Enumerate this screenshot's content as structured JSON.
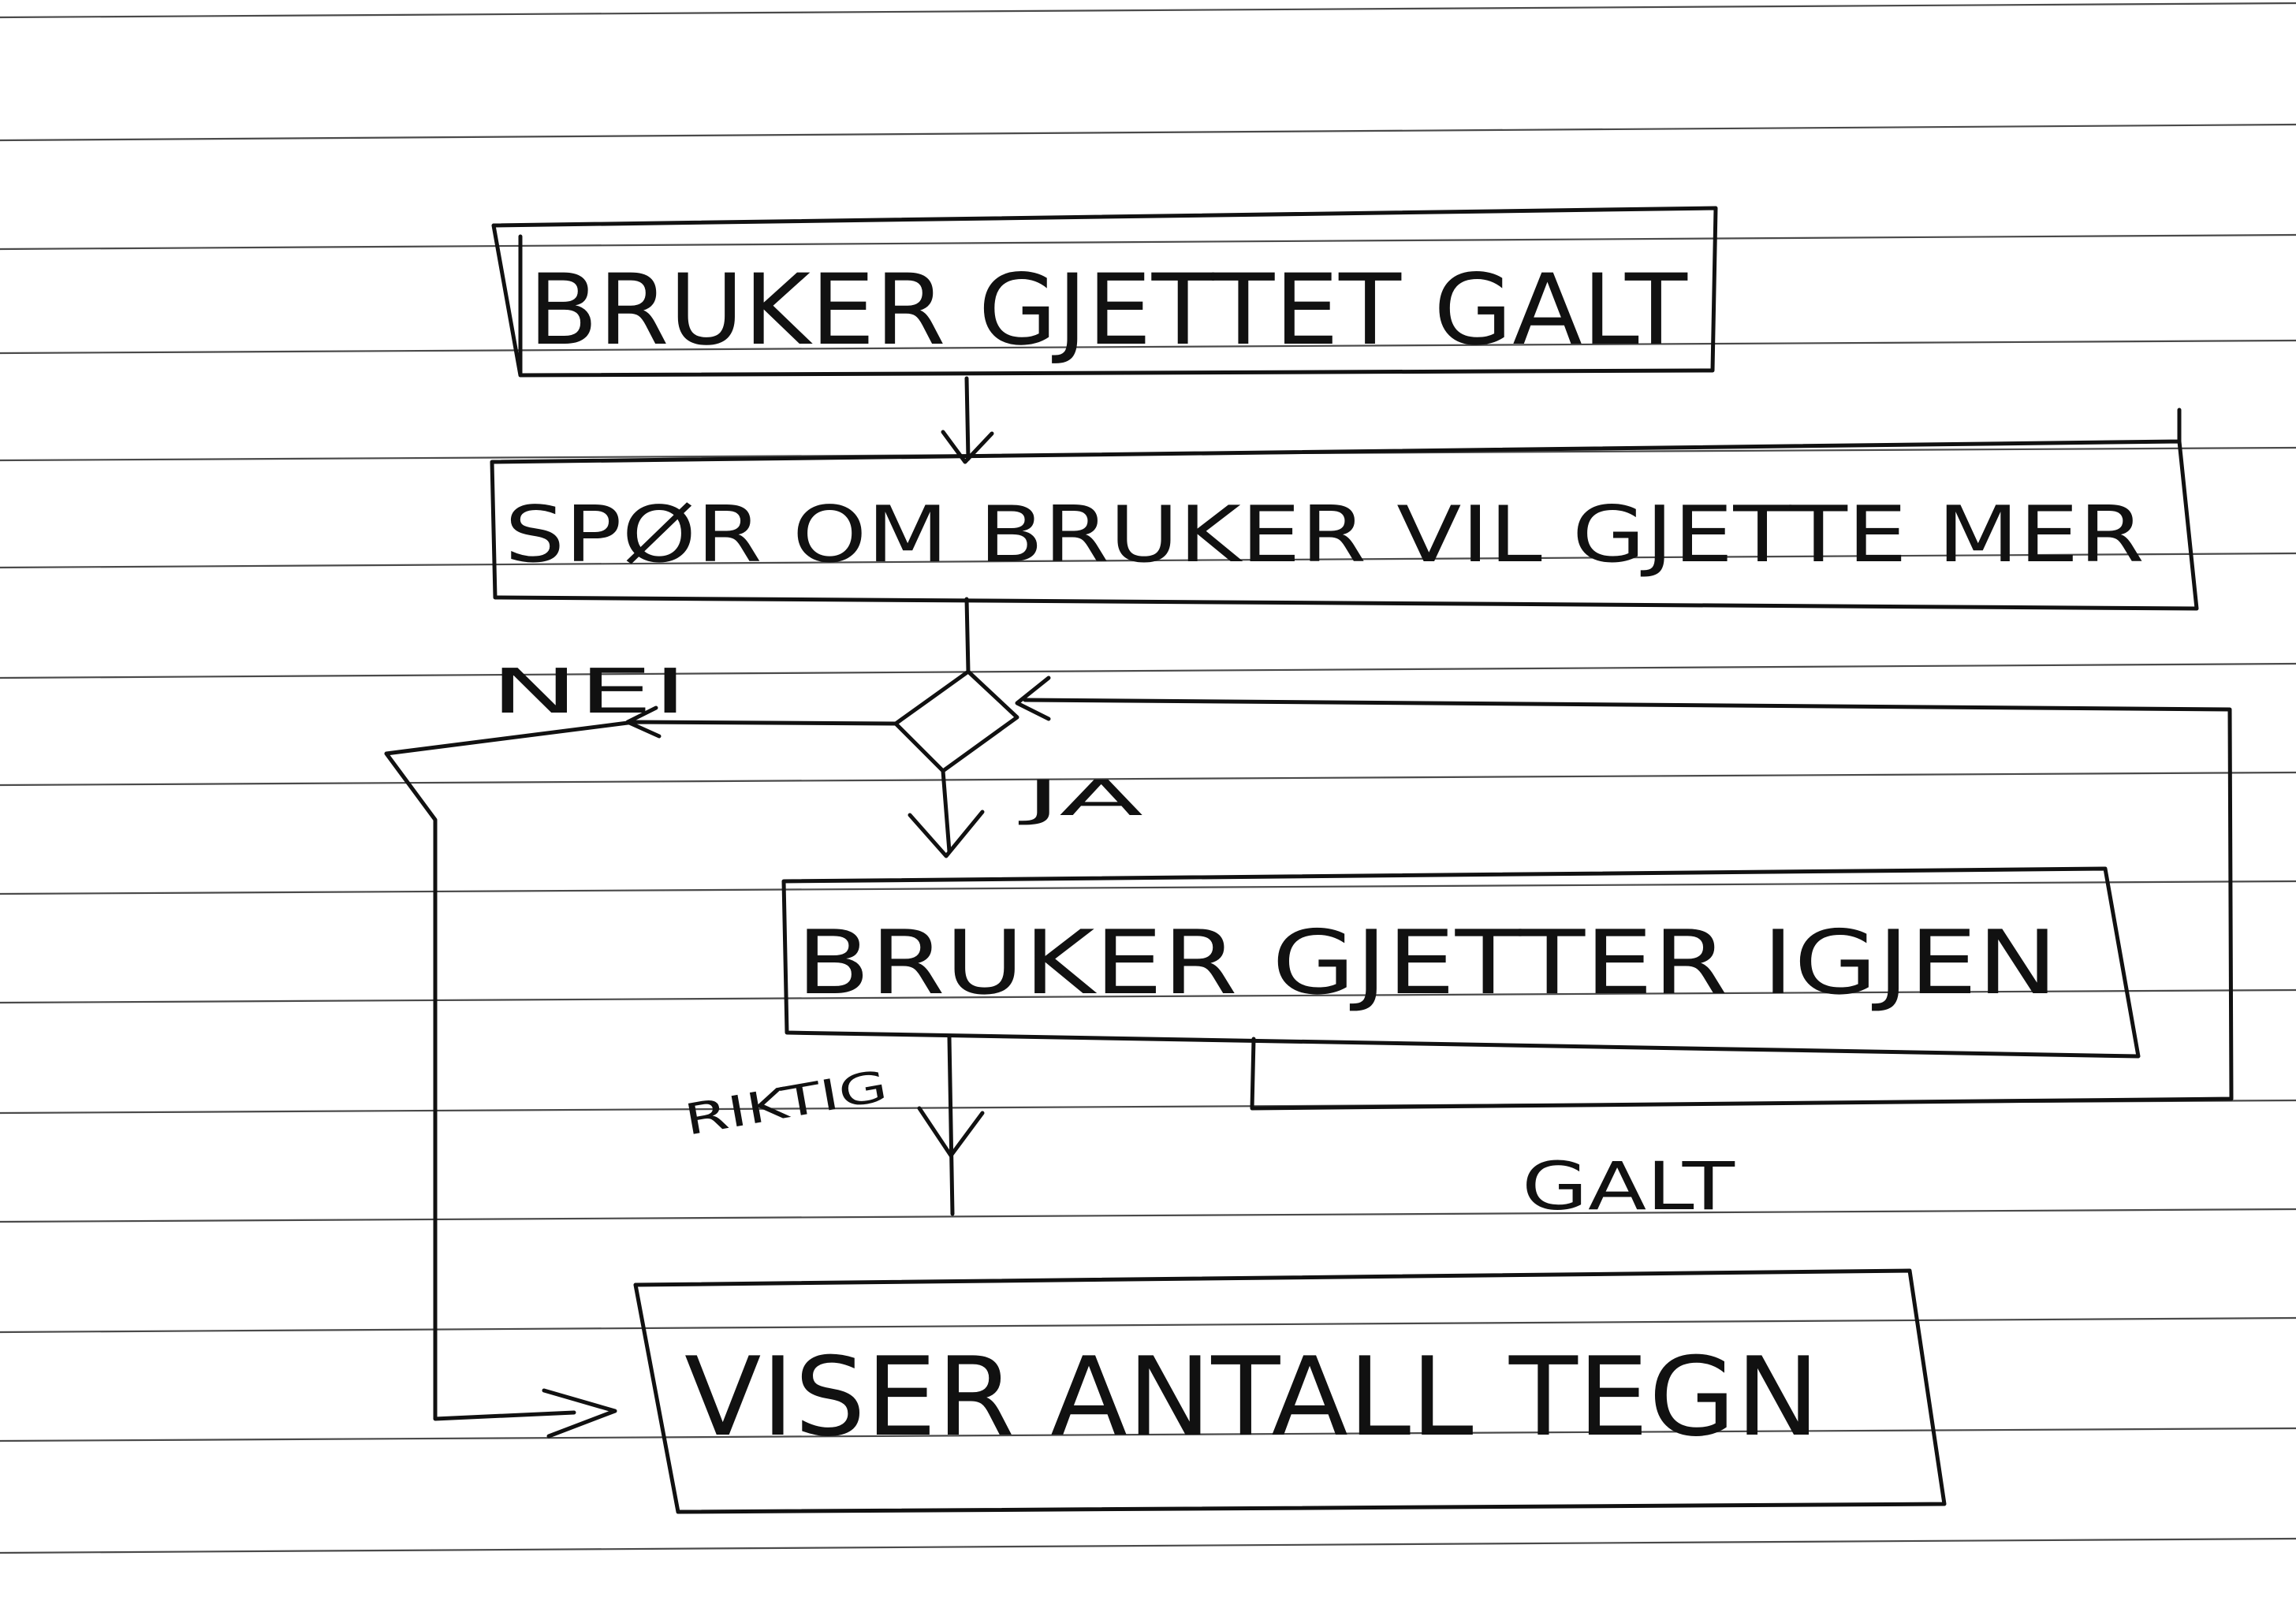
{
  "diagram": {
    "nodes": {
      "guessed_wrong": "BRUKER GJETTET GALT",
      "ask_more": "SPØR OM BRUKER VIL GJETTE MER",
      "guesses_again": "BRUKER GJETTER IGJEN",
      "show_count": "VISER ANTALL TEGN"
    },
    "edge_labels": {
      "no": "NEI",
      "yes": "JA",
      "correct": "RIKTIG",
      "wrong": "GALT"
    }
  },
  "colors": {
    "ink": "#111111",
    "paper": "#ffffff",
    "ruling": "#4a4a4a"
  }
}
